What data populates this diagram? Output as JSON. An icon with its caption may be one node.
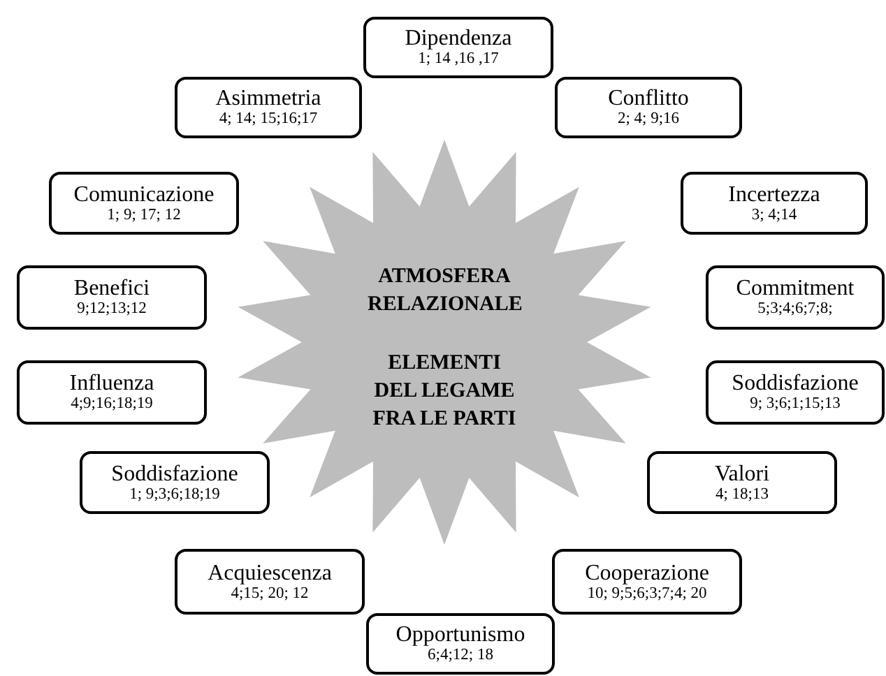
{
  "diagram": {
    "nodes": [
      {
        "text": [
          "ATMOSFERA RELAZIONALE",
          "ELEMENTI DEL LEGAME FRA LE PARTI"
        ]
      },
      {
        "text": [
          "Dipendenza",
          "1; 14 ,16 ,17"
        ]
      },
      {
        "text": [
          "Asimmetria",
          "4; 14; 15;16;17"
        ]
      },
      {
        "text": [
          "Conflitto",
          "2; 4; 9;16"
        ]
      },
      {
        "text": [
          "Comunicazione",
          "1; 9; 17; 12"
        ]
      },
      {
        "text": [
          "Incertezza",
          "3; 4;14"
        ]
      },
      {
        "text": [
          "Benefici",
          "9;12;13;12"
        ]
      },
      {
        "text": [
          "Commitment",
          "5;3;4;6;7;8;"
        ]
      },
      {
        "text": [
          "Influenza",
          "4;9;16;18;19"
        ]
      },
      {
        "text": [
          "Soddisfazione",
          "9; 3;6;1;15;13"
        ]
      },
      {
        "text": [
          "Soddisfazione",
          "1; 9;3;6;18;19"
        ]
      },
      {
        "text": [
          "Valori",
          "4; 18;13"
        ]
      },
      {
        "text": [
          "Acquiescenza",
          "4;15; 20; 12"
        ]
      },
      {
        "text": [
          "Cooperazione",
          "10; 9;5;6;3;7;4; 20"
        ]
      },
      {
        "text": [
          "Opportunismo",
          "6;4;12; 18"
        ]
      }
    ],
    "edges": []
  }
}
